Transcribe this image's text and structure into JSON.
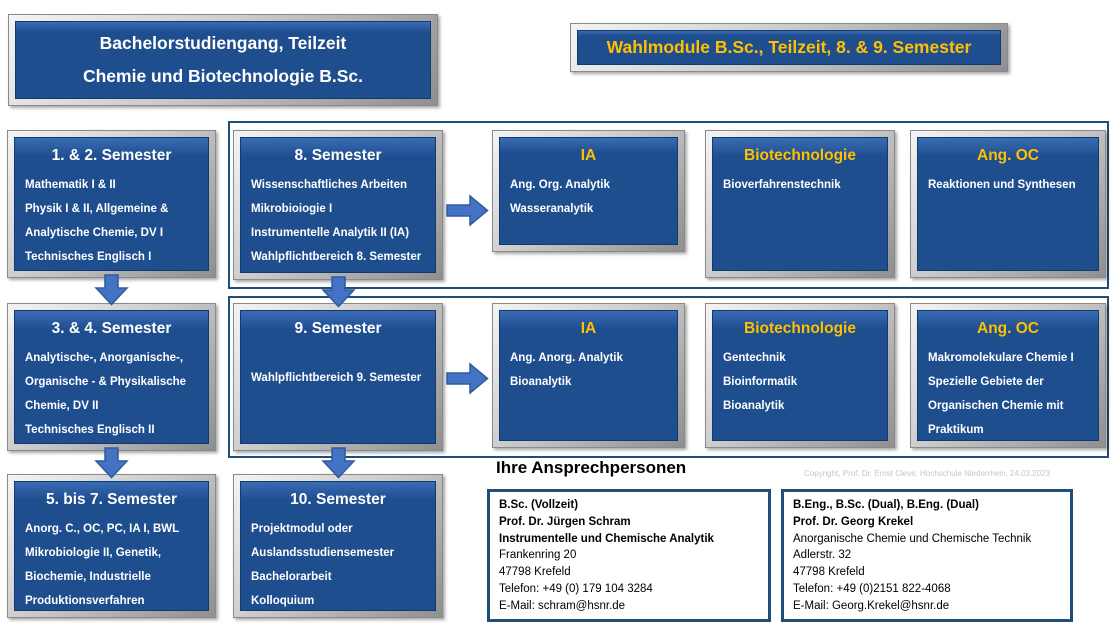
{
  "colors": {
    "panel_blue": "#1F4E8F",
    "gold": "#FFC000",
    "white_text": "#FFFFFF",
    "container_border": "#1F4E79",
    "contact_border": "#1F4E79",
    "arrow_fill": "#4472C4",
    "arrow_stroke": "#2E5B9B",
    "frame_silver": "#CCCCCC",
    "copyright_gray": "#C6C6C6"
  },
  "title_box": {
    "line1": "Bachelorstudiengang, Teilzeit",
    "line2": "Chemie und Biotechnologie B.Sc."
  },
  "wahl_title": "Wahlmodule B.Sc.,  Teilzeit, 8. & 9. Semester",
  "left_column": [
    {
      "title": "1. & 2. Semester",
      "lines": [
        "Mathematik I & II",
        "Physik I & II, Allgemeine &",
        "Analytische Chemie, DV I",
        "Technisches Englisch I"
      ]
    },
    {
      "title": "3. & 4. Semester",
      "lines": [
        "Analytische-, Anorganische-,",
        "Organische - & Physikalische",
        "Chemie, DV II",
        "Technisches Englisch II"
      ]
    },
    {
      "title": "5. bis 7. Semester",
      "lines": [
        "Anorg. C., OC, PC, IA I,  BWL",
        "Mikrobiologie II, Genetik,",
        "Biochemie, Industrielle",
        "Produktionsverfahren"
      ]
    }
  ],
  "mid_column": [
    {
      "title": "8. Semester",
      "lines": [
        "Wissenschaftliches Arbeiten",
        "Mikrobioiogie I",
        "Instrumentelle Analytik II (IA)",
        "Wahlpflichtbereich 8. Semester"
      ]
    },
    {
      "title": "9. Semester",
      "lines": [
        "Wahlpflichtbereich 9. Semester"
      ]
    },
    {
      "title": "10. Semester",
      "lines": [
        "Projektmodul oder",
        "Auslandsstudiensemester",
        "Bachelorarbeit",
        "Kolloquium"
      ]
    }
  ],
  "wahl_row1": [
    {
      "title": "IA",
      "lines": [
        "Ang. Org.  Analytik",
        "Wasseranalytik"
      ]
    },
    {
      "title": "Biotechnologie",
      "lines": [
        "Bioverfahrenstechnik"
      ]
    },
    {
      "title": "Ang. OC",
      "lines": [
        "Reaktionen und Synthesen"
      ]
    }
  ],
  "wahl_row2": [
    {
      "title": "IA",
      "lines": [
        "Ang. Anorg. Analytik",
        "Bioanalytik"
      ]
    },
    {
      "title": "Biotechnologie",
      "lines": [
        "Gentechnik",
        "Bioinformatik",
        "Bioanalytik"
      ]
    },
    {
      "title": "Ang. OC",
      "lines": [
        "Makromolekulare Chemie I",
        "Spezielle Gebiete der",
        "Organischen Chemie mit",
        "Praktikum"
      ]
    }
  ],
  "contacts": {
    "heading": "Ihre Ansprechpersonen",
    "copyright": "Copyright, Prof. Dr. Ernst Cleve, Hochschule Niederrhein, 24.03.2023",
    "cards": [
      {
        "lines": [
          "B.Sc. (Vollzeit)",
          "Prof. Dr. Jürgen Schram",
          "Instrumentelle und Chemische Analytik",
          "Frankenring  20",
          "47798 Krefeld",
          "Telefon: +49 (0) 179 104 3284",
          "E-Mail:  schram@hsnr.de"
        ]
      },
      {
        "lines": [
          "B.Eng., B.Sc. (Dual), B.Eng. (Dual)",
          "Prof. Dr. Georg Krekel",
          "Anorganische Chemie und Chemische Technik",
          "Adlerstr.  32",
          "47798 Krefeld",
          "Telefon: +49 (0)2151 822-4068",
          "E-Mail:  Georg.Krekel@hsnr.de"
        ]
      }
    ]
  }
}
